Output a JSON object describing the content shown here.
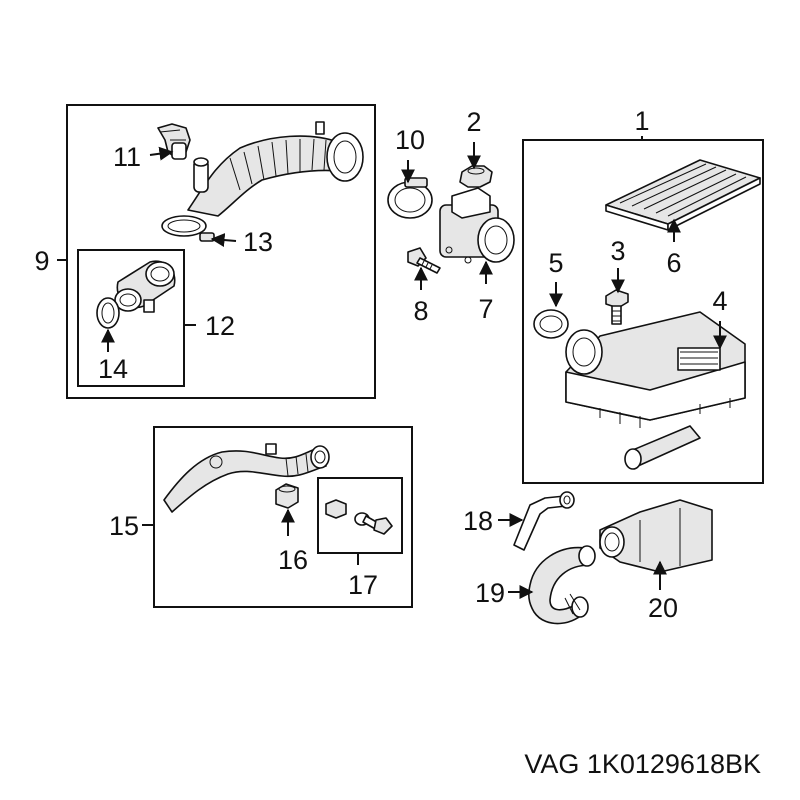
{
  "callouts": {
    "n1": "1",
    "n2": "2",
    "n3": "3",
    "n4": "4",
    "n5": "5",
    "n6": "6",
    "n7": "7",
    "n8": "8",
    "n9": "9",
    "n10": "10",
    "n11": "11",
    "n12": "12",
    "n13": "13",
    "n14": "14",
    "n15": "15",
    "n16": "16",
    "n17": "17",
    "n18": "18",
    "n19": "19",
    "n20": "20"
  },
  "footer": {
    "part_number": "VAG 1K0129618BK"
  }
}
